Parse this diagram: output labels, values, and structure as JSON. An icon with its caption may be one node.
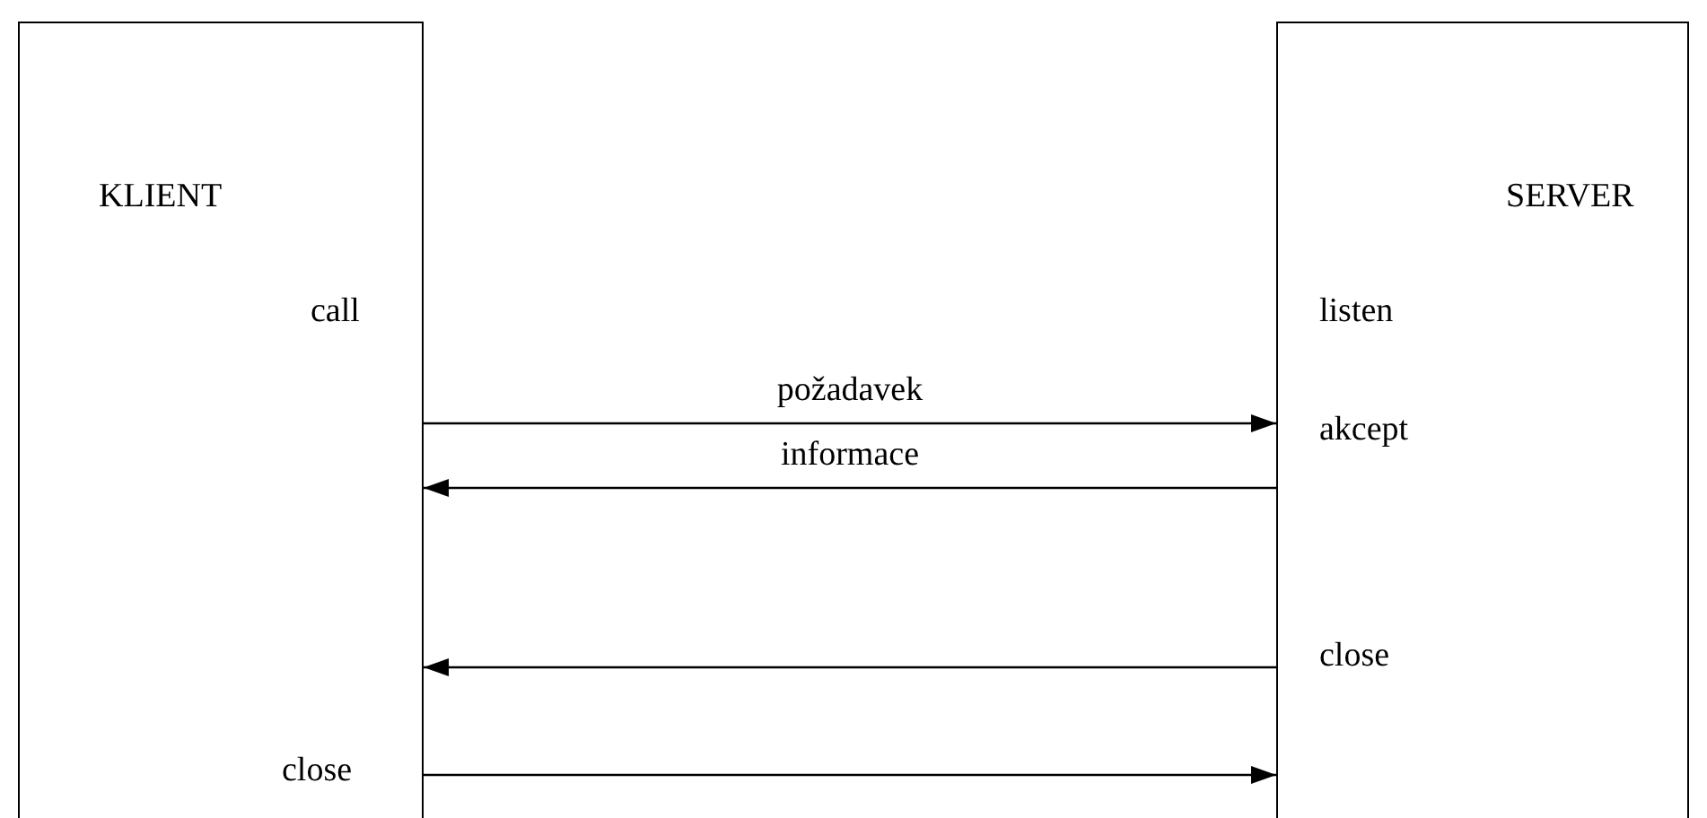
{
  "diagram": {
    "nodes": [
      {
        "text": [
          "KLIENT",
          "call",
          "close"
        ]
      },
      {
        "text": [
          "SERVER",
          "listen",
          "akcept",
          "close"
        ]
      }
    ],
    "edges": [
      {
        "from": 0,
        "to": 1,
        "arrow": "to",
        "label": "požadavek"
      },
      {
        "from": 1,
        "to": 0,
        "arrow": "to",
        "label": "informace"
      },
      {
        "from": 1,
        "to": 0,
        "arrow": "to"
      },
      {
        "from": 0,
        "to": 1,
        "arrow": "to"
      }
    ]
  }
}
